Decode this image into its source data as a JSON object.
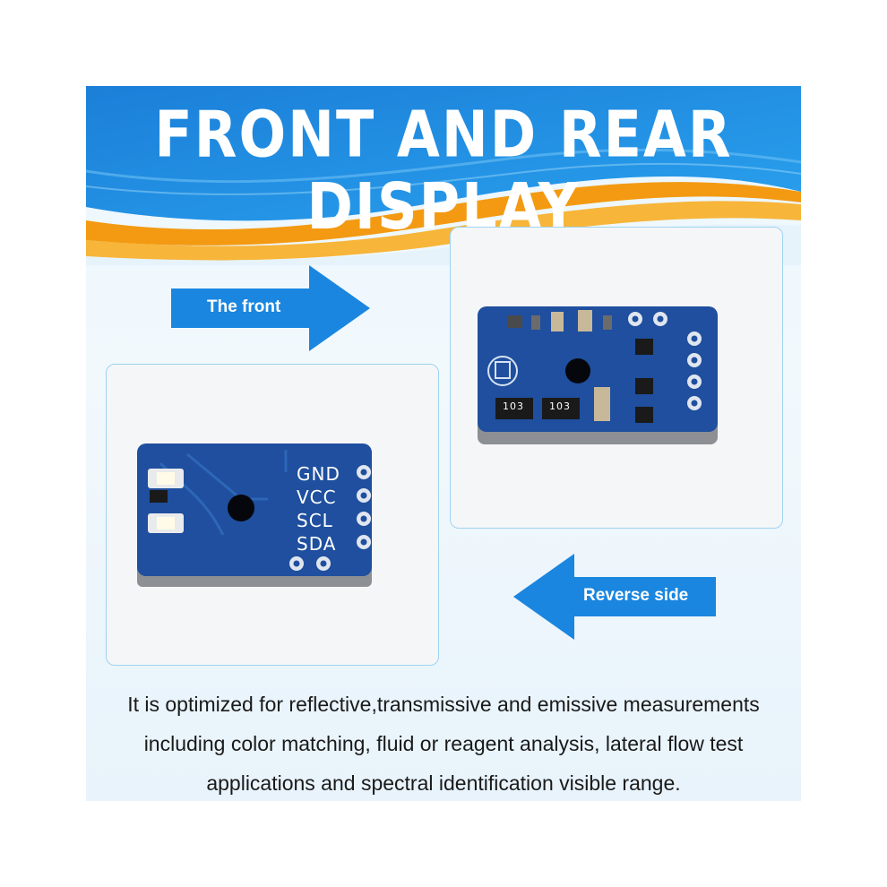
{
  "title": "FRONT AND REAR DISPLAY",
  "arrows": {
    "front_label": "The front",
    "rear_label": "Reverse side"
  },
  "board": {
    "pins": [
      "GND",
      "VCC",
      "SCL",
      "SDA"
    ],
    "resistor_marks": [
      "103",
      "103"
    ]
  },
  "description": [
    "It is optimized for reflective,transmissive and emissive measurements",
    "including color matching, fluid or reagent analysis, lateral flow test",
    "applications and spectral identification visible range."
  ],
  "colors": {
    "banner_blue": "#1a8ce0",
    "banner_orange": "#f39a12",
    "arrow_blue": "#1a86df",
    "pcb_blue": "#1f4f9e"
  }
}
